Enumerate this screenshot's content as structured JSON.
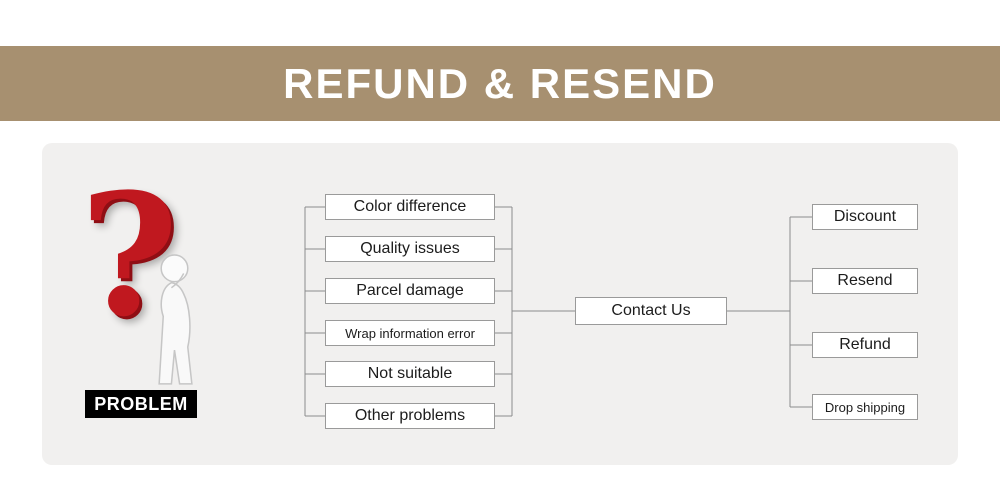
{
  "banner": {
    "title": "REFUND & RESEND"
  },
  "colors": {
    "banner_bg": "#a79070",
    "banner_text": "#ffffff",
    "panel_bg": "#f1f0ef",
    "box_border": "#9a9a9a",
    "connector": "#8c8c8c",
    "problem_badge_bg": "#000000",
    "problem_badge_text": "#ffffff",
    "question_mark": "#c0181f"
  },
  "figure": {
    "question_mark": "?",
    "badge": "PROBLEM"
  },
  "flow": {
    "problems": [
      "Color difference",
      "Quality issues",
      "Parcel damage",
      "Wrap information error",
      "Not suitable",
      "Other problems"
    ],
    "center": "Contact Us",
    "solutions": [
      "Discount",
      "Resend",
      "Refund",
      "Drop shipping"
    ]
  }
}
